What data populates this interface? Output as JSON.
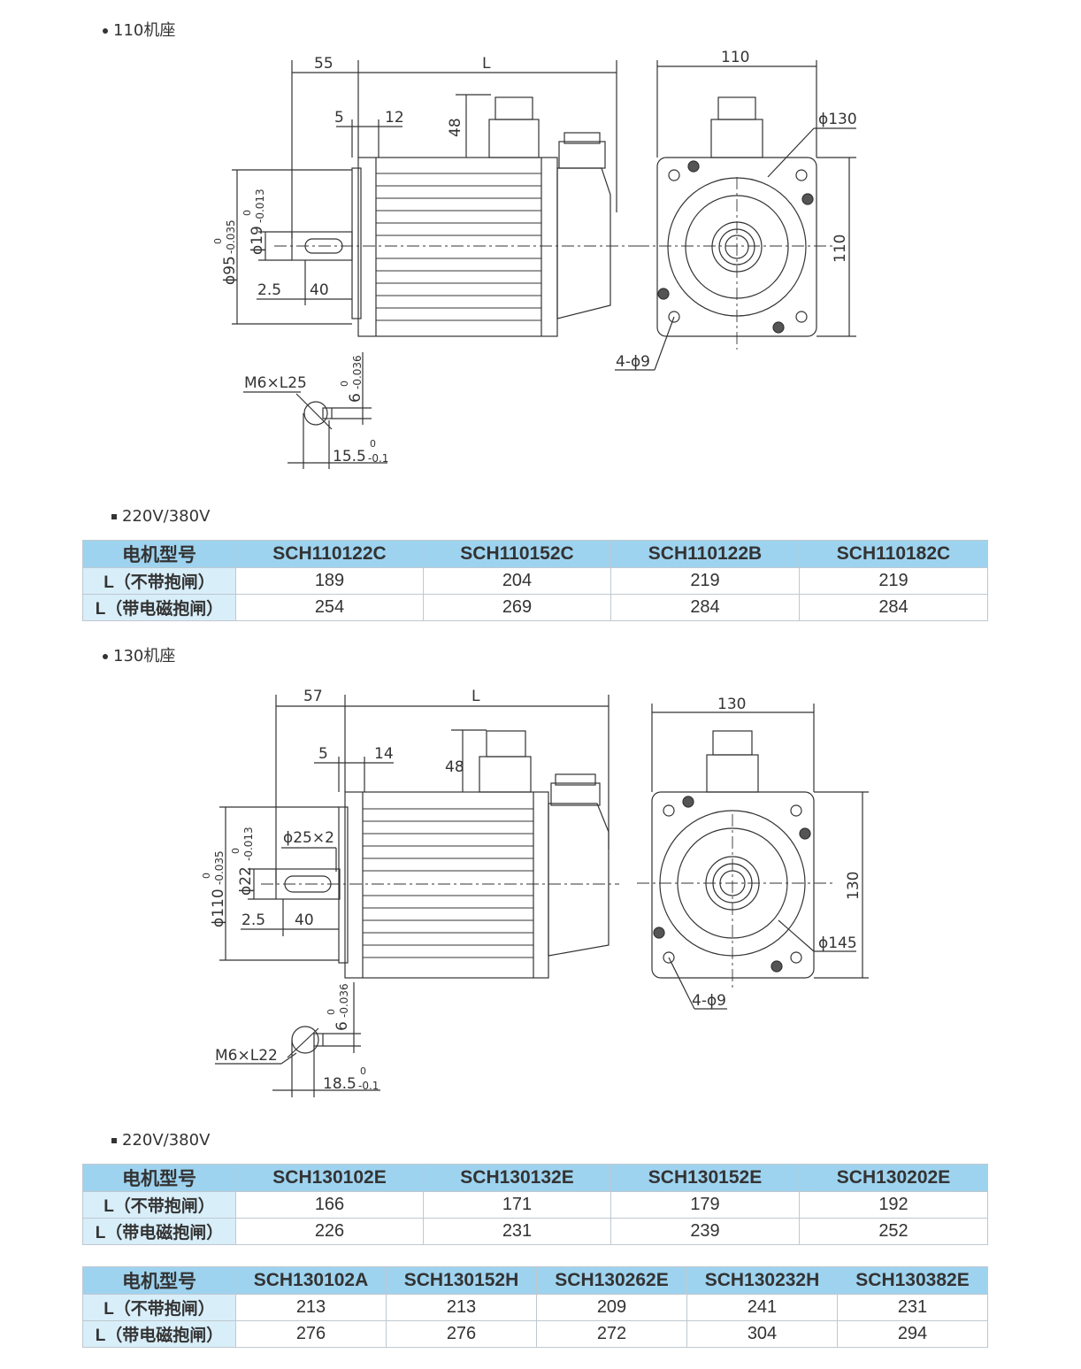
{
  "section1": {
    "title": "110机座",
    "drawing": {
      "dims": {
        "d55": "55",
        "dL": "L",
        "d5": "5",
        "d12": "12",
        "d48": "48",
        "d110top": "110",
        "d110side": "110",
        "dphi130": "ϕ130",
        "dphi95": "ϕ95",
        "dphi95tol": "-0.035",
        "dphi95tol0": "0",
        "dphi19": "ϕ19",
        "dphi19tol": "-0.013",
        "dphi19tol0": "0",
        "d25": "2.5",
        "d40": "40",
        "dholes": "4-ϕ9",
        "thread": "M6×L25",
        "key": "6",
        "keytol": "-0.036",
        "keytol0": "0",
        "keydepth": "15.5",
        "keydepthtol": "-0.1",
        "keydepthtol0": "0"
      }
    },
    "voltage": "220V/380V",
    "table": {
      "header_label": "电机型号",
      "models": [
        "SCH110122C",
        "SCH110152C",
        "SCH110122B",
        "SCH110182C"
      ],
      "rows": [
        {
          "label": "L（不带抱闸）",
          "values": [
            "189",
            "204",
            "219",
            "219"
          ]
        },
        {
          "label": "L（带电磁抱闸）",
          "values": [
            "254",
            "269",
            "284",
            "284"
          ]
        }
      ]
    }
  },
  "section2": {
    "title": "130机座",
    "drawing": {
      "dims": {
        "d57": "57",
        "dL": "L",
        "d5": "5",
        "d14": "14",
        "d48": "48",
        "d130top": "130",
        "d130side": "130",
        "dphi145": "ϕ145",
        "dphi110": "ϕ110",
        "dphi110tol": "-0.035",
        "dphi110tol0": "0",
        "dphi22": "ϕ22",
        "dphi22tol": "-0.013",
        "dphi22tol0": "0",
        "dphi25": "ϕ25×2",
        "d25": "2.5",
        "d40": "40",
        "dholes": "4-ϕ9",
        "thread": "M6×L22",
        "key": "6",
        "keytol": "-0.036",
        "keytol0": "0",
        "keydepth": "18.5",
        "keydepthtol": "-0.1",
        "keydepthtol0": "0"
      }
    },
    "voltage": "220V/380V",
    "table1": {
      "header_label": "电机型号",
      "models": [
        "SCH130102E",
        "SCH130132E",
        "SCH130152E",
        "SCH130202E"
      ],
      "rows": [
        {
          "label": "L（不带抱闸）",
          "values": [
            "166",
            "171",
            "179",
            "192"
          ]
        },
        {
          "label": "L（带电磁抱闸）",
          "values": [
            "226",
            "231",
            "239",
            "252"
          ]
        }
      ]
    },
    "table2": {
      "header_label": "电机型号",
      "models": [
        "SCH130102A",
        "SCH130152H",
        "SCH130262E",
        "SCH130232H",
        "SCH130382E"
      ],
      "rows": [
        {
          "label": "L（不带抱闸）",
          "values": [
            "213",
            "213",
            "209",
            "241",
            "231"
          ]
        },
        {
          "label": "L（带电磁抱闸）",
          "values": [
            "276",
            "276",
            "272",
            "304",
            "294"
          ]
        }
      ]
    }
  }
}
